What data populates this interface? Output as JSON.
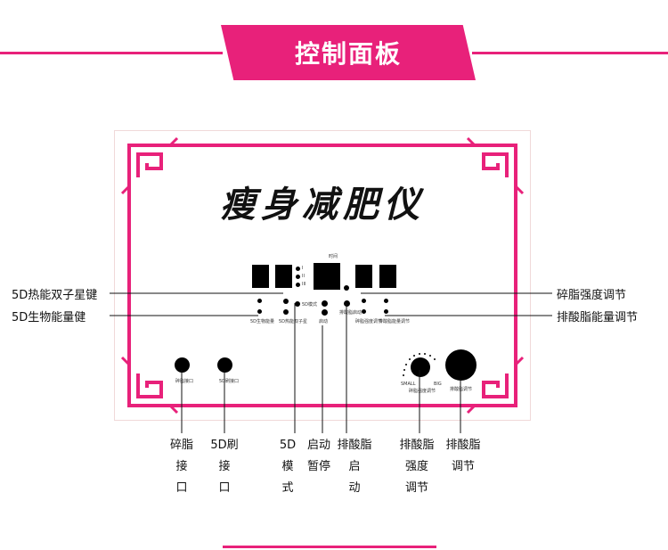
{
  "header": {
    "title": "控制面板",
    "accent_color": "#e8217a"
  },
  "panel": {
    "title": "瘦身减肥仪",
    "time_label": "时间",
    "roman": [
      "I",
      "II",
      "III"
    ],
    "small_labels": {
      "k1": "5D生物能量",
      "k2": "5D热能双子星",
      "k3": "5D模式",
      "k4": "启动",
      "k5": "排酸脂启动",
      "k6": "碎脂强度调节",
      "k7": "排酸脂能量调节",
      "port1": "碎脂接口",
      "port2": "5D刷接口",
      "knob1": "碎脂强度调节",
      "knob2": "排酸脂调节",
      "small": "SMALL",
      "big": "BIG"
    }
  },
  "callouts": {
    "left_1": "5D热能双子星键",
    "left_2": "5D生物能量健",
    "right_1": "碎脂强度调节",
    "right_2": "排酸脂能量调节",
    "bottom": [
      {
        "text": "碎脂\n接\n口"
      },
      {
        "text": "5D刷\n接\n口"
      },
      {
        "text": "5D\n模\n式"
      },
      {
        "text": "启动\n暂停"
      },
      {
        "text": "排酸脂\n启\n动"
      },
      {
        "text": "排酸脂\n强度\n调节"
      },
      {
        "text": "排酸脂\n调节"
      }
    ]
  }
}
